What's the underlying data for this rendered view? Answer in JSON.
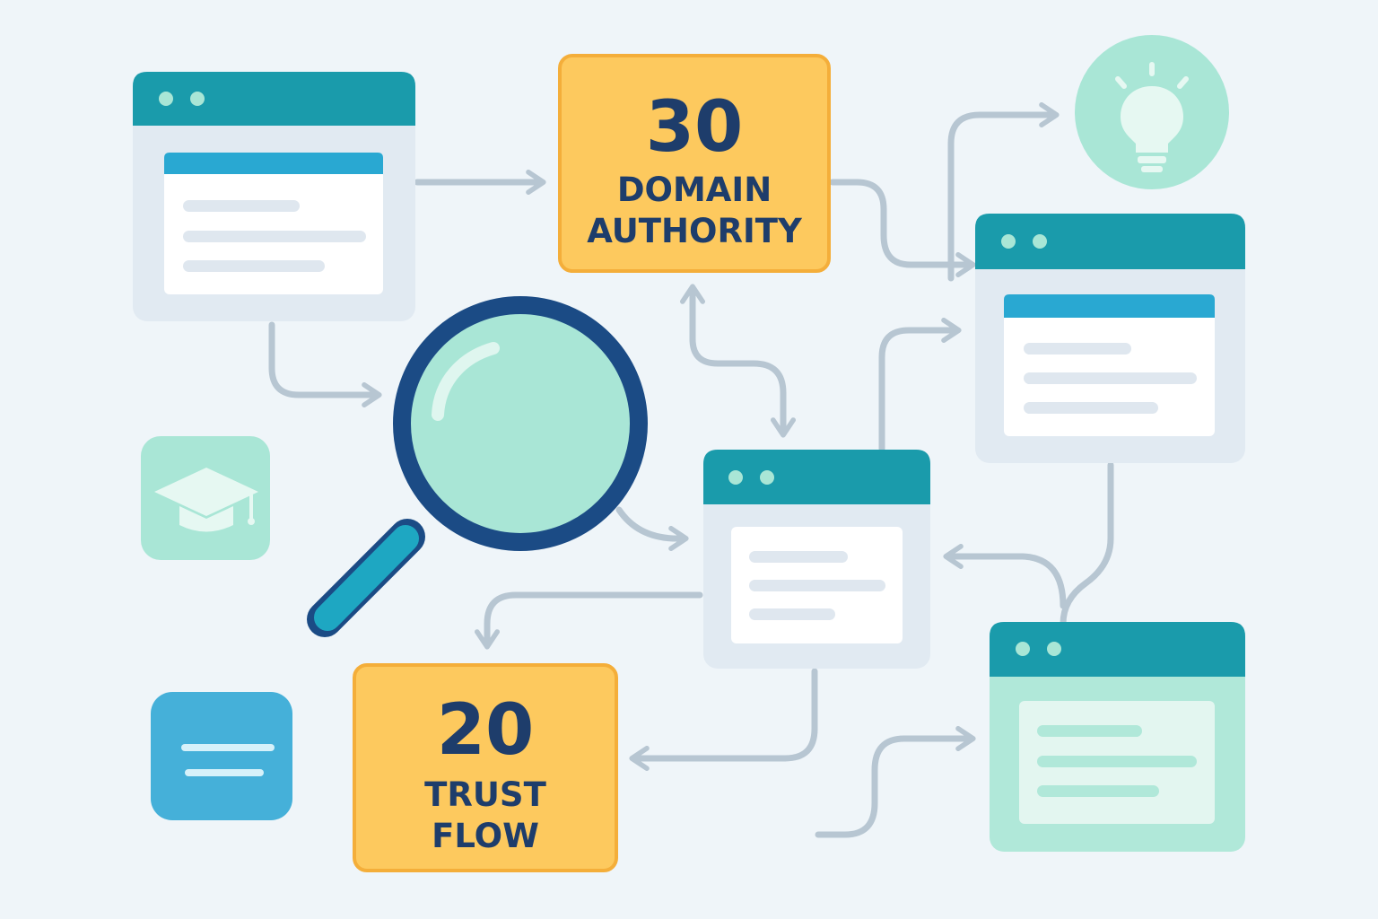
{
  "metrics": {
    "domain_authority": {
      "value": "30",
      "label_line1": "DOMAIN",
      "label_line2": "AUTHORITY"
    },
    "trust_flow": {
      "value": "20",
      "label_line1": "TRUST",
      "label_line2": "FLOW"
    }
  },
  "icons": {
    "search": "magnifying-glass",
    "idea": "lightbulb",
    "education": "graduation-cap",
    "document": "text-lines"
  },
  "colors": {
    "background": "#eff5f9",
    "window_header": "#1a9bab",
    "window_body": "#e1eaf2",
    "window_pane": "#ffffff",
    "window_pane_bar": "#29a8d2",
    "metric_box": "#fdc95e",
    "metric_box_border": "#f4ae3a",
    "metric_text": "#1e3d6b",
    "mint": "#a9e6d6",
    "connector": "#b7c6d2",
    "magnifier_ring": "#1b4b85",
    "magnifier_handle": "#1ea7c2"
  }
}
